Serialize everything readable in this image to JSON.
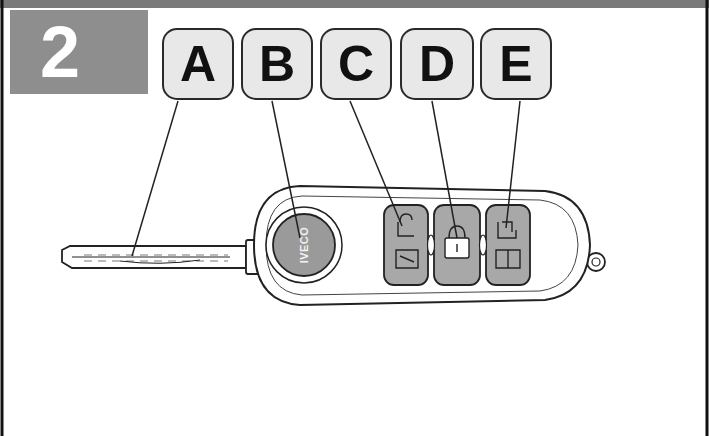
{
  "diagram": {
    "nodes": [
      {
        "text": [
          "2"
        ]
      },
      {
        "text": [
          "A"
        ]
      },
      {
        "text": [
          "B"
        ]
      },
      {
        "text": [
          "C"
        ]
      },
      {
        "text": [
          "D"
        ]
      },
      {
        "text": [
          "E"
        ]
      }
    ],
    "labels": [
      "IVECO"
    ]
  }
}
